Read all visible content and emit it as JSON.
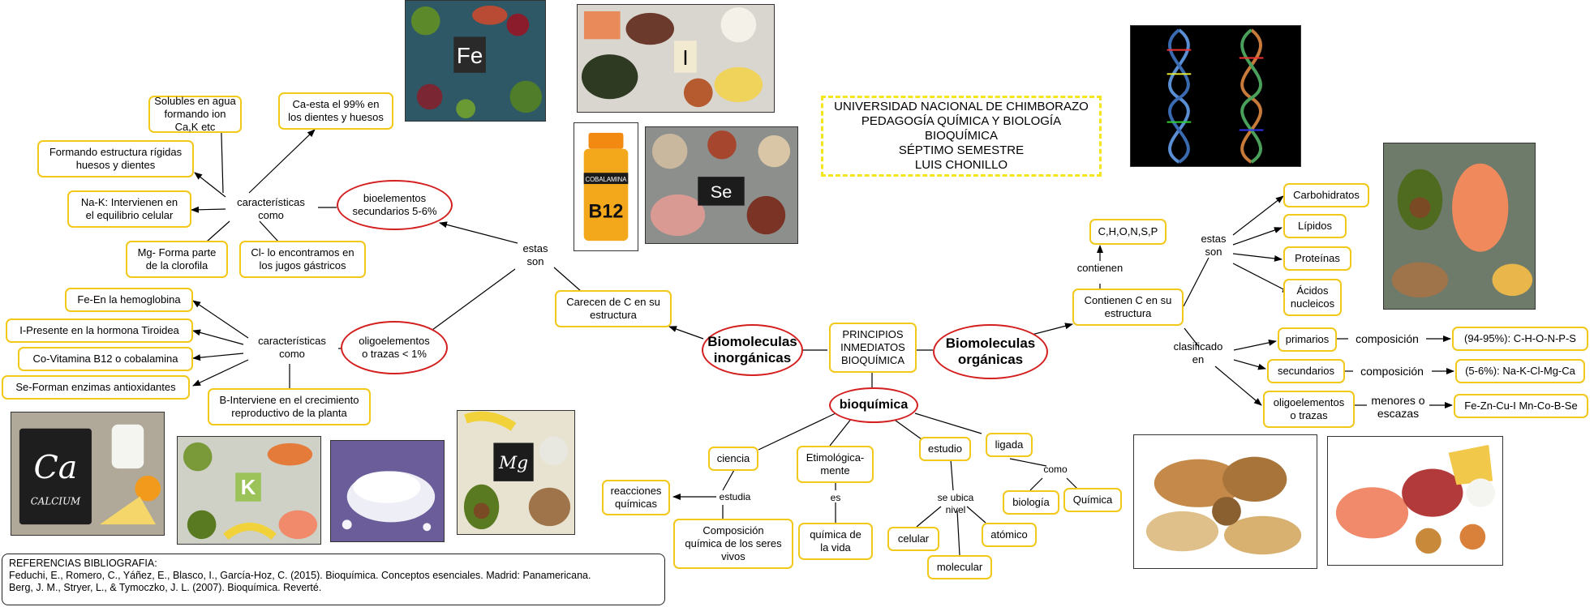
{
  "header": {
    "lines": [
      "UNIVERSIDAD NACIONAL DE CHIMBORAZO",
      "PEDAGOGÍA QUÍMICA Y BIOLOGÍA",
      "BIOQUÍMICA",
      "SÉPTIMO SEMESTRE",
      "LUIS CHONILLO"
    ]
  },
  "center": {
    "principios": "PRINCIPIOS\nINMEDIATOS\nBIOQUÍMICA",
    "inorganicas": "Biomoleculas\ninorgánicas",
    "organicas": "Biomoleculas\norgánicas",
    "bioquimica": "bioquímica"
  },
  "inorganic": {
    "carecen": "Carecen de C en su\nestructura",
    "estas_son": "estas\nson",
    "secundarios": "bioelementos\nsecundarios 5-6%",
    "oligo": "oligoelementos\no trazas < 1%",
    "caracteristicas_top": "características\ncomo",
    "caracteristicas_bottom": "características\ncomo",
    "top_items": {
      "solubles": "Solubles en agua\nformando ion Ca,K etc",
      "ca": "Ca-esta el 99% en\nlos dientes y huesos",
      "formando": "Formando estructura rígidas\nhuesos y dientes",
      "nak": "Na-K: Intervienen en\nel equilibrio celular",
      "mg": "Mg- Forma parte\nde la clorofila",
      "cl": "Cl- lo encontramos en\nlos jugos gástricos"
    },
    "bottom_items": {
      "fe": "Fe-En la hemoglobina",
      "i": "I-Presente en la hormona Tiroidea",
      "co": "Co-Vitamina B12 o cobalamina",
      "se": "Se-Forman enzimas antioxidantes",
      "b": "B-Interviene en el crecimiento\nreproductivo de la planta"
    }
  },
  "bio": {
    "ciencia": "ciencia",
    "estudia": "estudia",
    "reacciones": "reacciones\nquímicas",
    "composicion": "Composición\nquímica de los seres\nvivos",
    "etimo": "Etimológica-\nmente",
    "es": "es",
    "quimica_vida": "química de\nla vida",
    "estudio": "estudio",
    "se_ubica": "se ubica\nnivel",
    "celular": "celular",
    "atomico": "atómico",
    "molecular": "molecular",
    "ligada": "ligada",
    "como": "como",
    "biologia": "biología",
    "quimica": "Química"
  },
  "organic": {
    "contienen_c": "Contienen C en su\nestructura",
    "contienen": "contienen",
    "chonsp": "C,H,O,N,S,P",
    "estas_son": "estas\nson",
    "carbohidratos": "Carbohidratos",
    "lipidos": "Lípidos",
    "proteinas": "Proteínas",
    "acidos": "Ácidos\nnucleicos",
    "clasificado": "clasificado\nen",
    "primarios": "primarios",
    "secundarios": "secundarios",
    "oligo": "oligoelementos\no trazas",
    "composicion1": "composición",
    "composicion2": "composición",
    "menores": "menores o\nescazas",
    "pct_primarios": "(94-95%): C-H-O-N-P-S",
    "pct_secundarios": "(5-6%): Na-K-Cl-Mg-Ca",
    "trazas_list": "Fe-Zn-Cu-I Mn-Co-B-Se"
  },
  "images": {
    "fe": "Fe",
    "i": "I",
    "cobalamina": "COBALAMINA",
    "b12": "B12",
    "se": "Se",
    "ca": "Ca",
    "calcium": "CALCIUM",
    "k": "K",
    "mg": "Mg"
  },
  "references": "REFERENCIAS  BIBLIOGRAFIA:\nFeduchi, E., Romero, C., Yáñez, E., Blasco, I., García-Hoz, C. (2015). Bioquímica. Conceptos esenciales. Madrid: Panamericana.\nBerg, J. M., Stryer, L., & Tymoczko, J. L. (2007). Bioquímica. Reverté.",
  "colors": {
    "box_border": "#f2c81a",
    "oval_border": "#d41f1f",
    "header_border": "#f5e51c"
  }
}
